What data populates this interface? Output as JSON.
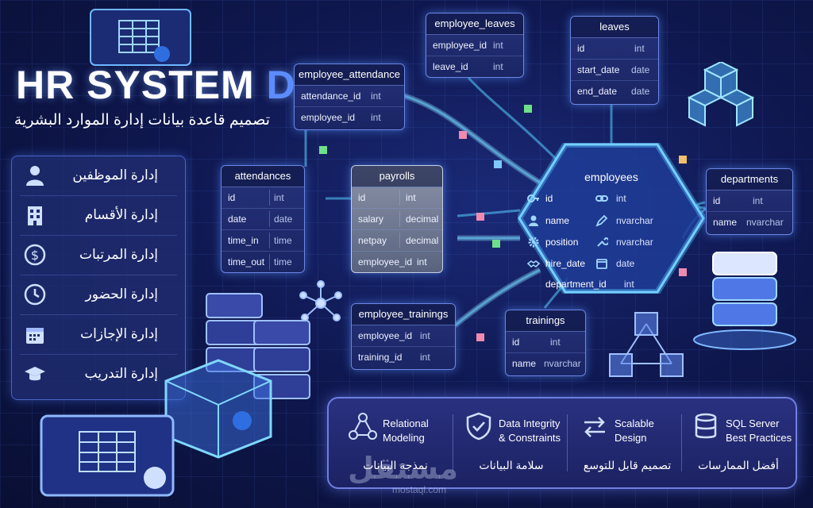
{
  "header": {
    "title_main": "HR SYSTEM",
    "title_accent": "DB",
    "subtitle": "تصميم قاعدة بيانات إدارة الموارد البشرية"
  },
  "sidebar": {
    "items": [
      {
        "label": "إدارة الموظفين",
        "icon": "person-icon"
      },
      {
        "label": "إدارة الأقسام",
        "icon": "building-icon"
      },
      {
        "label": "إدارة المرتبات",
        "icon": "dollar-icon"
      },
      {
        "label": "إدارة الحضور",
        "icon": "clock-icon"
      },
      {
        "label": "إدارة الإجازات",
        "icon": "calendar-icon"
      },
      {
        "label": "إدارة التدريب",
        "icon": "graduation-cap-icon"
      }
    ]
  },
  "tables": {
    "employee_leaves": {
      "name": "employee_leaves",
      "rows": [
        [
          "employee_id",
          "int"
        ],
        [
          "leave_id",
          "int"
        ]
      ]
    },
    "leaves": {
      "name": "leaves",
      "rows": [
        [
          "id",
          "int"
        ],
        [
          "start_date",
          "date"
        ],
        [
          "end_date",
          "date"
        ]
      ]
    },
    "employee_attendance": {
      "name": "employee_attendance",
      "rows": [
        [
          "attendance_id",
          "int"
        ],
        [
          "employee_id",
          "int"
        ]
      ]
    },
    "attendances": {
      "name": "attendances",
      "rows": [
        [
          "id",
          "int"
        ],
        [
          "date",
          "date"
        ],
        [
          "time_in",
          "time"
        ],
        [
          "time_out",
          "time"
        ]
      ]
    },
    "payrolls": {
      "name": "payrolls",
      "rows": [
        [
          "id",
          "int"
        ],
        [
          "salary",
          "decimal"
        ],
        [
          "netpay",
          "decimal"
        ],
        [
          "employee_id",
          "int"
        ]
      ]
    },
    "employees": {
      "name": "employees",
      "rows": [
        [
          "id",
          "int",
          "key-icon",
          "link-icon"
        ],
        [
          "name",
          "nvarchar",
          "person-icon",
          "edit-icon"
        ],
        [
          "position",
          "nvarchar",
          "gear-icon",
          "wrench-icon"
        ],
        [
          "hire_date",
          "date",
          "handshake-icon",
          "calendar-icon"
        ],
        [
          "department_id",
          "int",
          "",
          ""
        ]
      ]
    },
    "departments": {
      "name": "departments",
      "rows": [
        [
          "id",
          "int"
        ],
        [
          "name",
          "nvarchar"
        ]
      ]
    },
    "employee_trainings": {
      "name": "employee_trainings",
      "rows": [
        [
          "employee_id",
          "int"
        ],
        [
          "training_id",
          "int"
        ]
      ]
    },
    "trainings": {
      "name": "trainings",
      "rows": [
        [
          "id",
          "int"
        ],
        [
          "name",
          "nvarchar"
        ]
      ]
    }
  },
  "features": [
    {
      "en1": "Relational",
      "en2": "Modeling",
      "ar": "نمذجة البيانات",
      "icon": "network-icon"
    },
    {
      "en1": "Data Integrity",
      "en2": "& Constraints",
      "ar": "سلامة البيانات",
      "icon": "shield-check-icon"
    },
    {
      "en1": "Scalable",
      "en2": "Design",
      "ar": "تصميم قابل للتوسع",
      "icon": "arrows-icon"
    },
    {
      "en1": "SQL Server",
      "en2": "Best Practices",
      "ar": "أفضل الممارسات",
      "icon": "database-icon"
    }
  ],
  "watermark": {
    "ar": "مستقل",
    "en": "mostaql.com"
  },
  "colors": {
    "accent": "#5c8cff",
    "glow": "#4fc3ff",
    "panel": "#1e2c6e"
  }
}
